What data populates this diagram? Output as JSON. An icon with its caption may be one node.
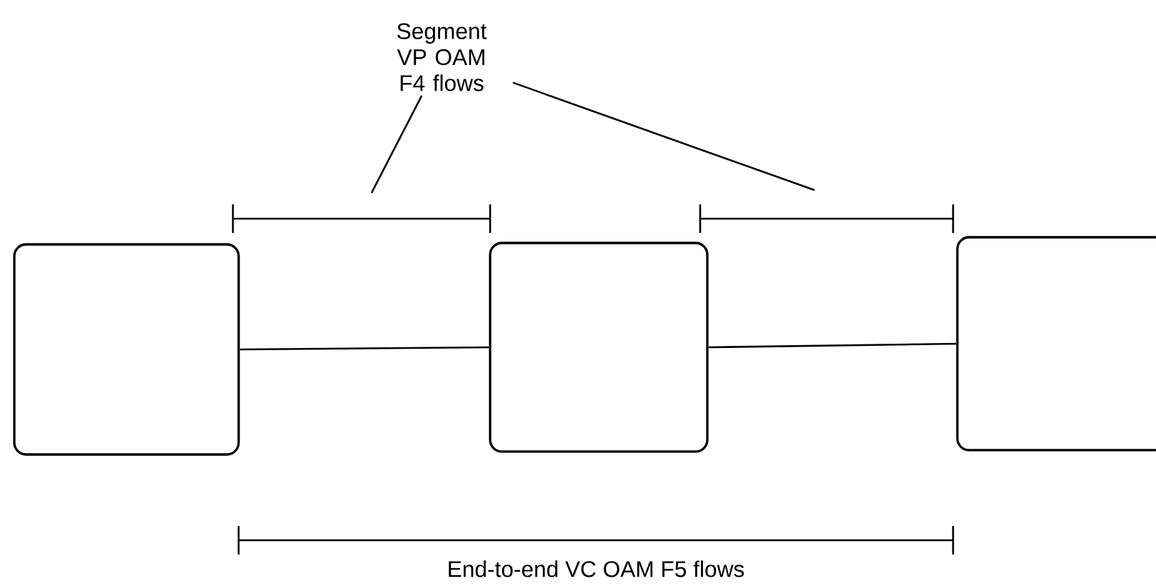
{
  "diagram": {
    "nodes": [
      {
        "text": [],
        "shape": "box"
      },
      {
        "text": [],
        "shape": "box"
      },
      {
        "text": [],
        "shape": "box"
      },
      {
        "text": [
          "Segment VP OAM F4 flows"
        ]
      }
    ],
    "edges": [
      {
        "from": 0,
        "to": 1,
        "arrow": "none"
      },
      {
        "from": 1,
        "to": 2,
        "arrow": "none"
      },
      {
        "from": 3,
        "to": null,
        "arrow": "none"
      },
      {
        "from": 3,
        "to": null,
        "arrow": "none"
      }
    ],
    "labels": [
      "End-to-end VC OAM F5 flows"
    ]
  }
}
